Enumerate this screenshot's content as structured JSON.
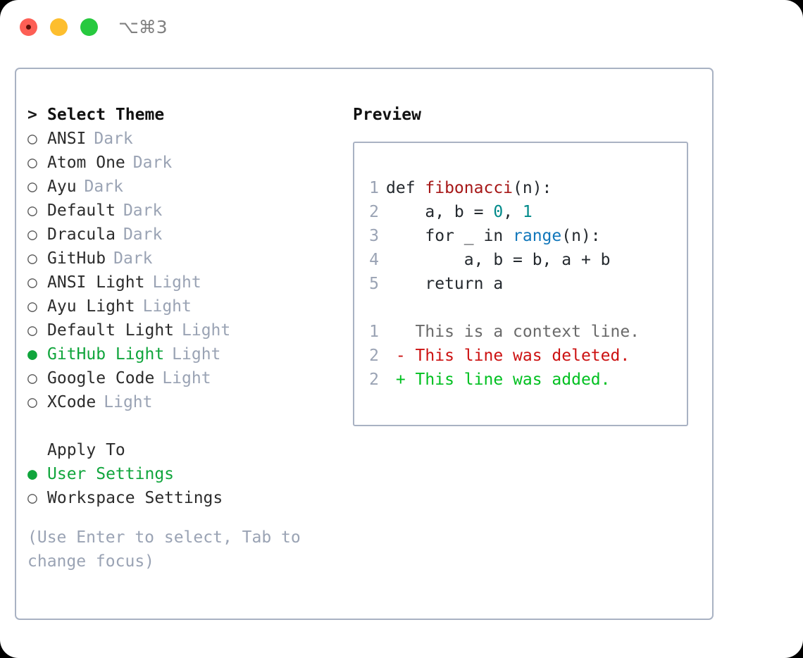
{
  "window": {
    "shortcut": "⌥⌘3",
    "traffic_lights": [
      "close-red",
      "minimize-yellow",
      "zoom-green"
    ]
  },
  "theme_section": {
    "prefix": ">",
    "title": "Select Theme",
    "bullet_empty": "○",
    "bullet_full": "●",
    "items": [
      {
        "label": "ANSI",
        "tag": "Dark",
        "selected": false
      },
      {
        "label": "Atom One",
        "tag": "Dark",
        "selected": false
      },
      {
        "label": "Ayu",
        "tag": "Dark",
        "selected": false
      },
      {
        "label": "Default",
        "tag": "Dark",
        "selected": false
      },
      {
        "label": "Dracula",
        "tag": "Dark",
        "selected": false
      },
      {
        "label": "GitHub",
        "tag": "Dark",
        "selected": false
      },
      {
        "label": "ANSI Light",
        "tag": "Light",
        "selected": false
      },
      {
        "label": "Ayu Light",
        "tag": "Light",
        "selected": false
      },
      {
        "label": "Default Light",
        "tag": "Light",
        "selected": false
      },
      {
        "label": "GitHub Light",
        "tag": "Light",
        "selected": true
      },
      {
        "label": "Google Code",
        "tag": "Light",
        "selected": false
      },
      {
        "label": "XCode",
        "tag": "Light",
        "selected": false
      }
    ]
  },
  "apply_section": {
    "title": "Apply To",
    "items": [
      {
        "label": "User Settings",
        "selected": true
      },
      {
        "label": "Workspace Settings",
        "selected": false
      }
    ]
  },
  "hint": "(Use Enter to select, Tab to change focus)",
  "preview": {
    "title": "Preview",
    "code_lines": [
      {
        "num": "1",
        "segments": [
          {
            "text": "def ",
            "style": "plain"
          },
          {
            "text": "fibonacci",
            "style": "fn"
          },
          {
            "text": "(n):",
            "style": "plain"
          }
        ]
      },
      {
        "num": "2",
        "segments": [
          {
            "text": "    a, b = ",
            "style": "plain"
          },
          {
            "text": "0",
            "style": "num"
          },
          {
            "text": ", ",
            "style": "plain"
          },
          {
            "text": "1",
            "style": "num"
          }
        ]
      },
      {
        "num": "3",
        "segments": [
          {
            "text": "    for _ in ",
            "style": "plain"
          },
          {
            "text": "range",
            "style": "call"
          },
          {
            "text": "(n):",
            "style": "plain"
          }
        ]
      },
      {
        "num": "4",
        "segments": [
          {
            "text": "        a, b = b, a + b",
            "style": "plain"
          }
        ]
      },
      {
        "num": "5",
        "segments": [
          {
            "text": "    return a",
            "style": "plain"
          }
        ]
      }
    ],
    "diff_lines": [
      {
        "num": "1",
        "sign": " ",
        "text": "This is a context line.",
        "kind": "context"
      },
      {
        "num": "2",
        "sign": "-",
        "text": "This line was deleted.",
        "kind": "del"
      },
      {
        "num": "2",
        "sign": "+",
        "text": "This line was added.",
        "kind": "add"
      }
    ]
  },
  "colors": {
    "accent_green": "#10a53c",
    "tag_gray": "#9aa3b4",
    "border": "#a9b2c3",
    "diff_add": "#00c020",
    "diff_del": "#cc1111",
    "fn_red": "#a61717",
    "num_teal": "#008a8a",
    "call_blue": "#1177bb"
  }
}
